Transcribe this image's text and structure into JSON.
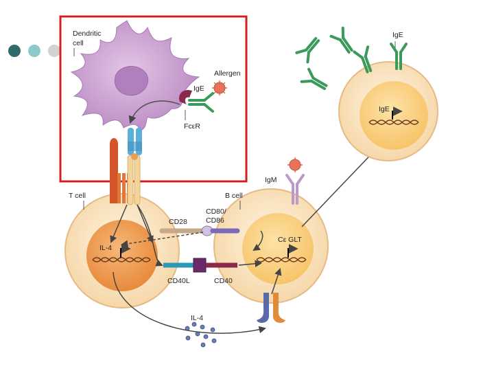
{
  "slide": {
    "bullet_colors": [
      "#2f6b6b",
      "#8cc9c9",
      "#cfcfcf"
    ],
    "highlight_color": "#d42020"
  },
  "labels": {
    "dendritic_cell": [
      "Dendritic",
      "cell"
    ],
    "allergen": "Allergen",
    "ige_dc": "IgE",
    "fcer": "FcεR",
    "t_cell": "T cell",
    "b_cell": "B cell",
    "igm": "IgM",
    "ige_top": "IgE",
    "ige_nucleus": "IgE",
    "cd28": "CD28",
    "cd80_86": [
      "CD80/",
      "CD86"
    ],
    "il4_nucleus": "IL-4",
    "ce_glt": "Cε GLT",
    "cd40l": "CD40L",
    "cd40": "CD40",
    "il4_secreted": "IL-4"
  },
  "colors": {
    "dendritic": "#c9a3cf",
    "dendritic_nucleus": "#b98bc4",
    "cell_outer": "#fbe7c8",
    "cell_ring": "#f2cfa0",
    "t_nucleus": "#f0a25a",
    "b_nucleus": "#fbd68a",
    "antibody_green": "#3a9a5a",
    "receptor_red": "#d4552a",
    "arrow": "#444444"
  }
}
